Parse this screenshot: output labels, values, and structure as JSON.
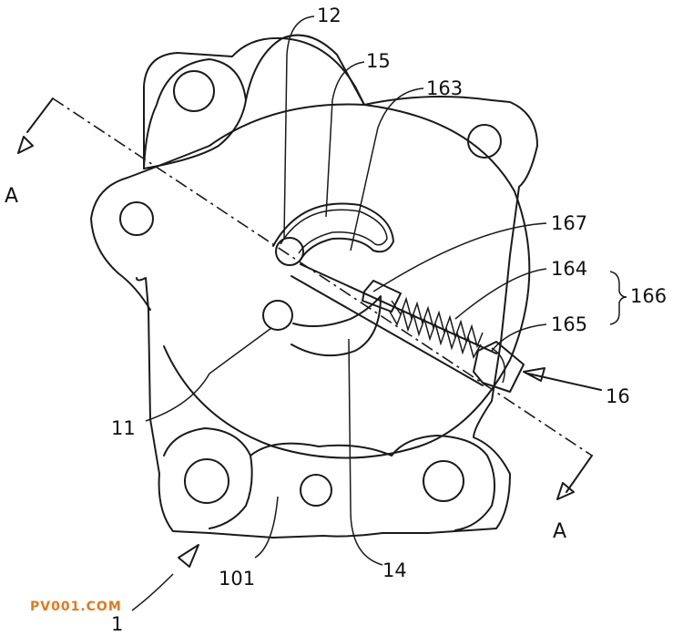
{
  "labels": {
    "l12": "12",
    "l15": "15",
    "l163": "163",
    "l167": "167",
    "l164": "164",
    "l166": "166",
    "l165": "165",
    "l16": "16",
    "l11": "11",
    "l101": "101",
    "l14": "14",
    "l1": "1"
  },
  "section_marks": {
    "left": "A",
    "right": "A"
  },
  "watermark": "PV001.COM",
  "colors": {
    "line": "#1a1a1a",
    "watermark": "#e07a1c"
  }
}
